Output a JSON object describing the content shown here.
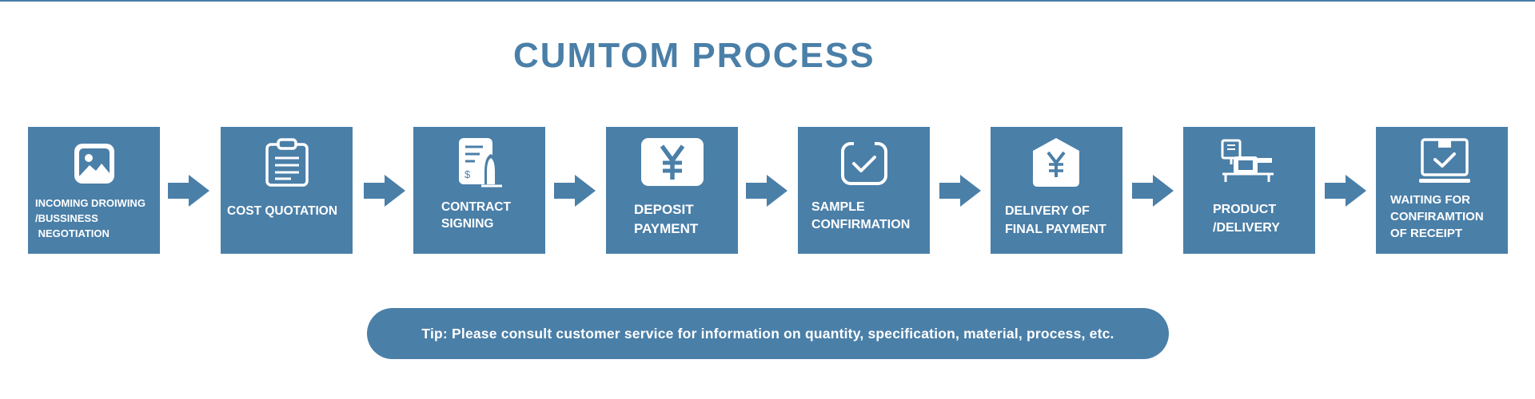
{
  "page": {
    "title": "CUMTOM PROCESS",
    "accent_color": "#4a7fa8",
    "text_on_accent": "#ffffff"
  },
  "steps": [
    {
      "icon": "image-icon",
      "label": "INCOMING DROIWING\n/BUSSINESS\n NEGOTIATION"
    },
    {
      "icon": "clipboard-icon",
      "label": "COST QUOTATION"
    },
    {
      "icon": "contract-sign-icon",
      "label": "CONTRACT\nSIGNING"
    },
    {
      "icon": "yen-card-icon",
      "label": "DEPOSIT\nPAYMENT"
    },
    {
      "icon": "checkbox-icon",
      "label": "SAMPLE\nCONFIRMATION"
    },
    {
      "icon": "yen-house-icon",
      "label": "DELIVERY OF\nFINAL PAYMENT"
    },
    {
      "icon": "production-machine-icon",
      "label": "PRODUCT\n/DELIVERY"
    },
    {
      "icon": "receipt-box-icon",
      "label": "WAITING FOR\nCONFIRAMTION\nOF RECEIPT"
    }
  ],
  "tip": {
    "text": "Tip: Please consult customer service for information on quantity, specification, material, process, etc."
  }
}
